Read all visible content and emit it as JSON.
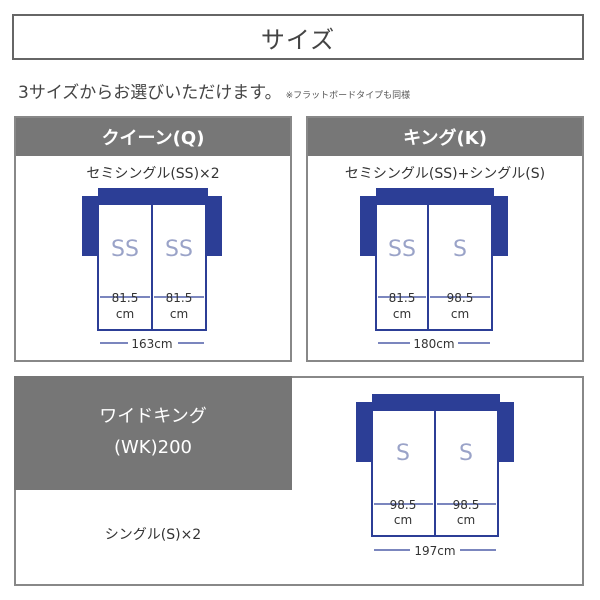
{
  "title": "サイズ",
  "intro": {
    "text": "3サイズからお選びいただけます。",
    "note": "※フラットボードタイプも同様"
  },
  "queen": {
    "heading": "クイーン(Q)",
    "composition": "セミシングル(SS)×2",
    "left_label": "SS",
    "right_label": "SS",
    "left_width": "81.5",
    "right_width": "81.5",
    "unit": "cm",
    "total": "163cm"
  },
  "king": {
    "heading": "キング(K)",
    "composition": "セミシングル(SS)+シングル(S)",
    "left_label": "SS",
    "right_label": "S",
    "left_width": "81.5",
    "right_width": "98.5",
    "unit": "cm",
    "total": "180cm"
  },
  "wideking": {
    "heading_line1": "ワイドキング",
    "heading_line2": "(WK)200",
    "composition": "シングル(S)×2",
    "left_label": "S",
    "right_label": "S",
    "left_width": "98.5",
    "right_width": "98.5",
    "unit": "cm",
    "total": "197cm"
  },
  "colors": {
    "sofa": "#2c3e96",
    "header": "#777777",
    "label": "#9aa3c8"
  }
}
